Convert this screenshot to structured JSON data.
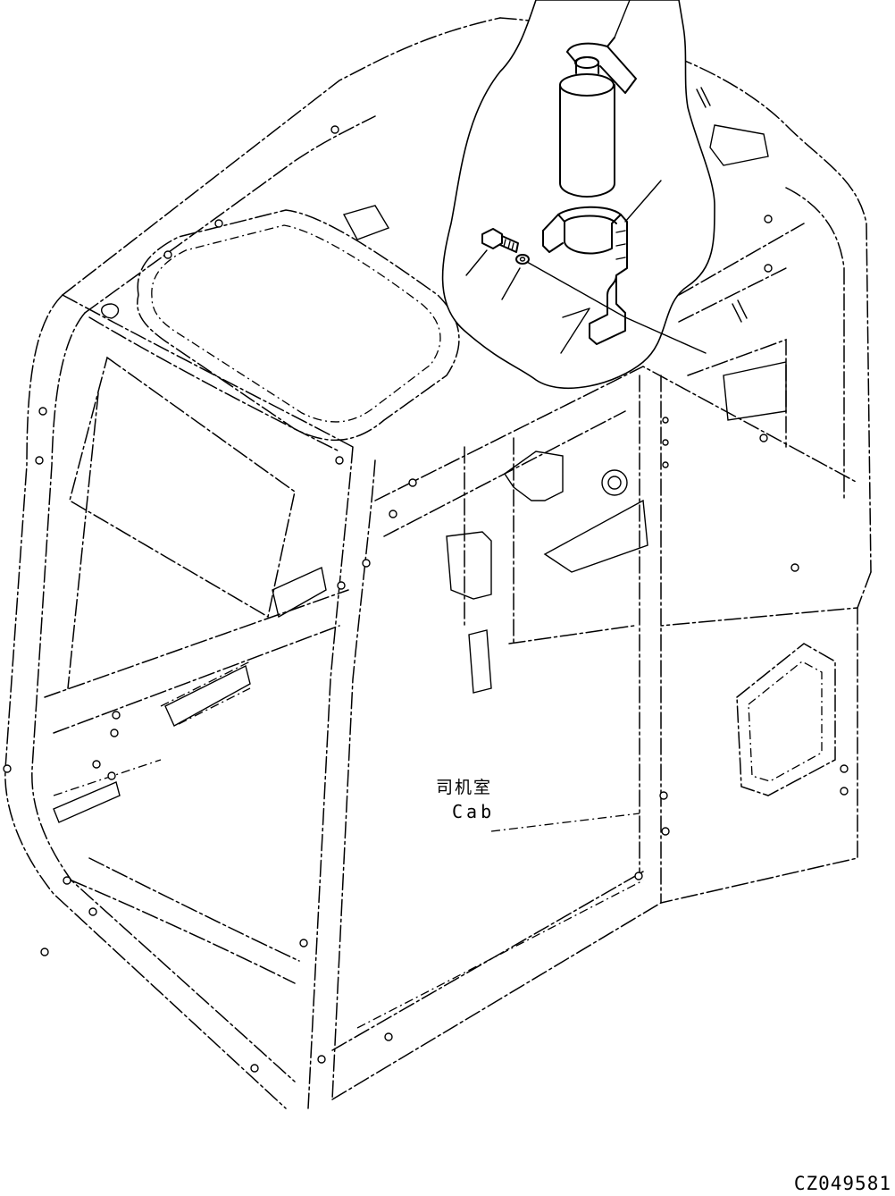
{
  "diagram": {
    "part_label_cn": "司机室",
    "part_label_en": "Cab",
    "figure_id": "CZ049581"
  }
}
